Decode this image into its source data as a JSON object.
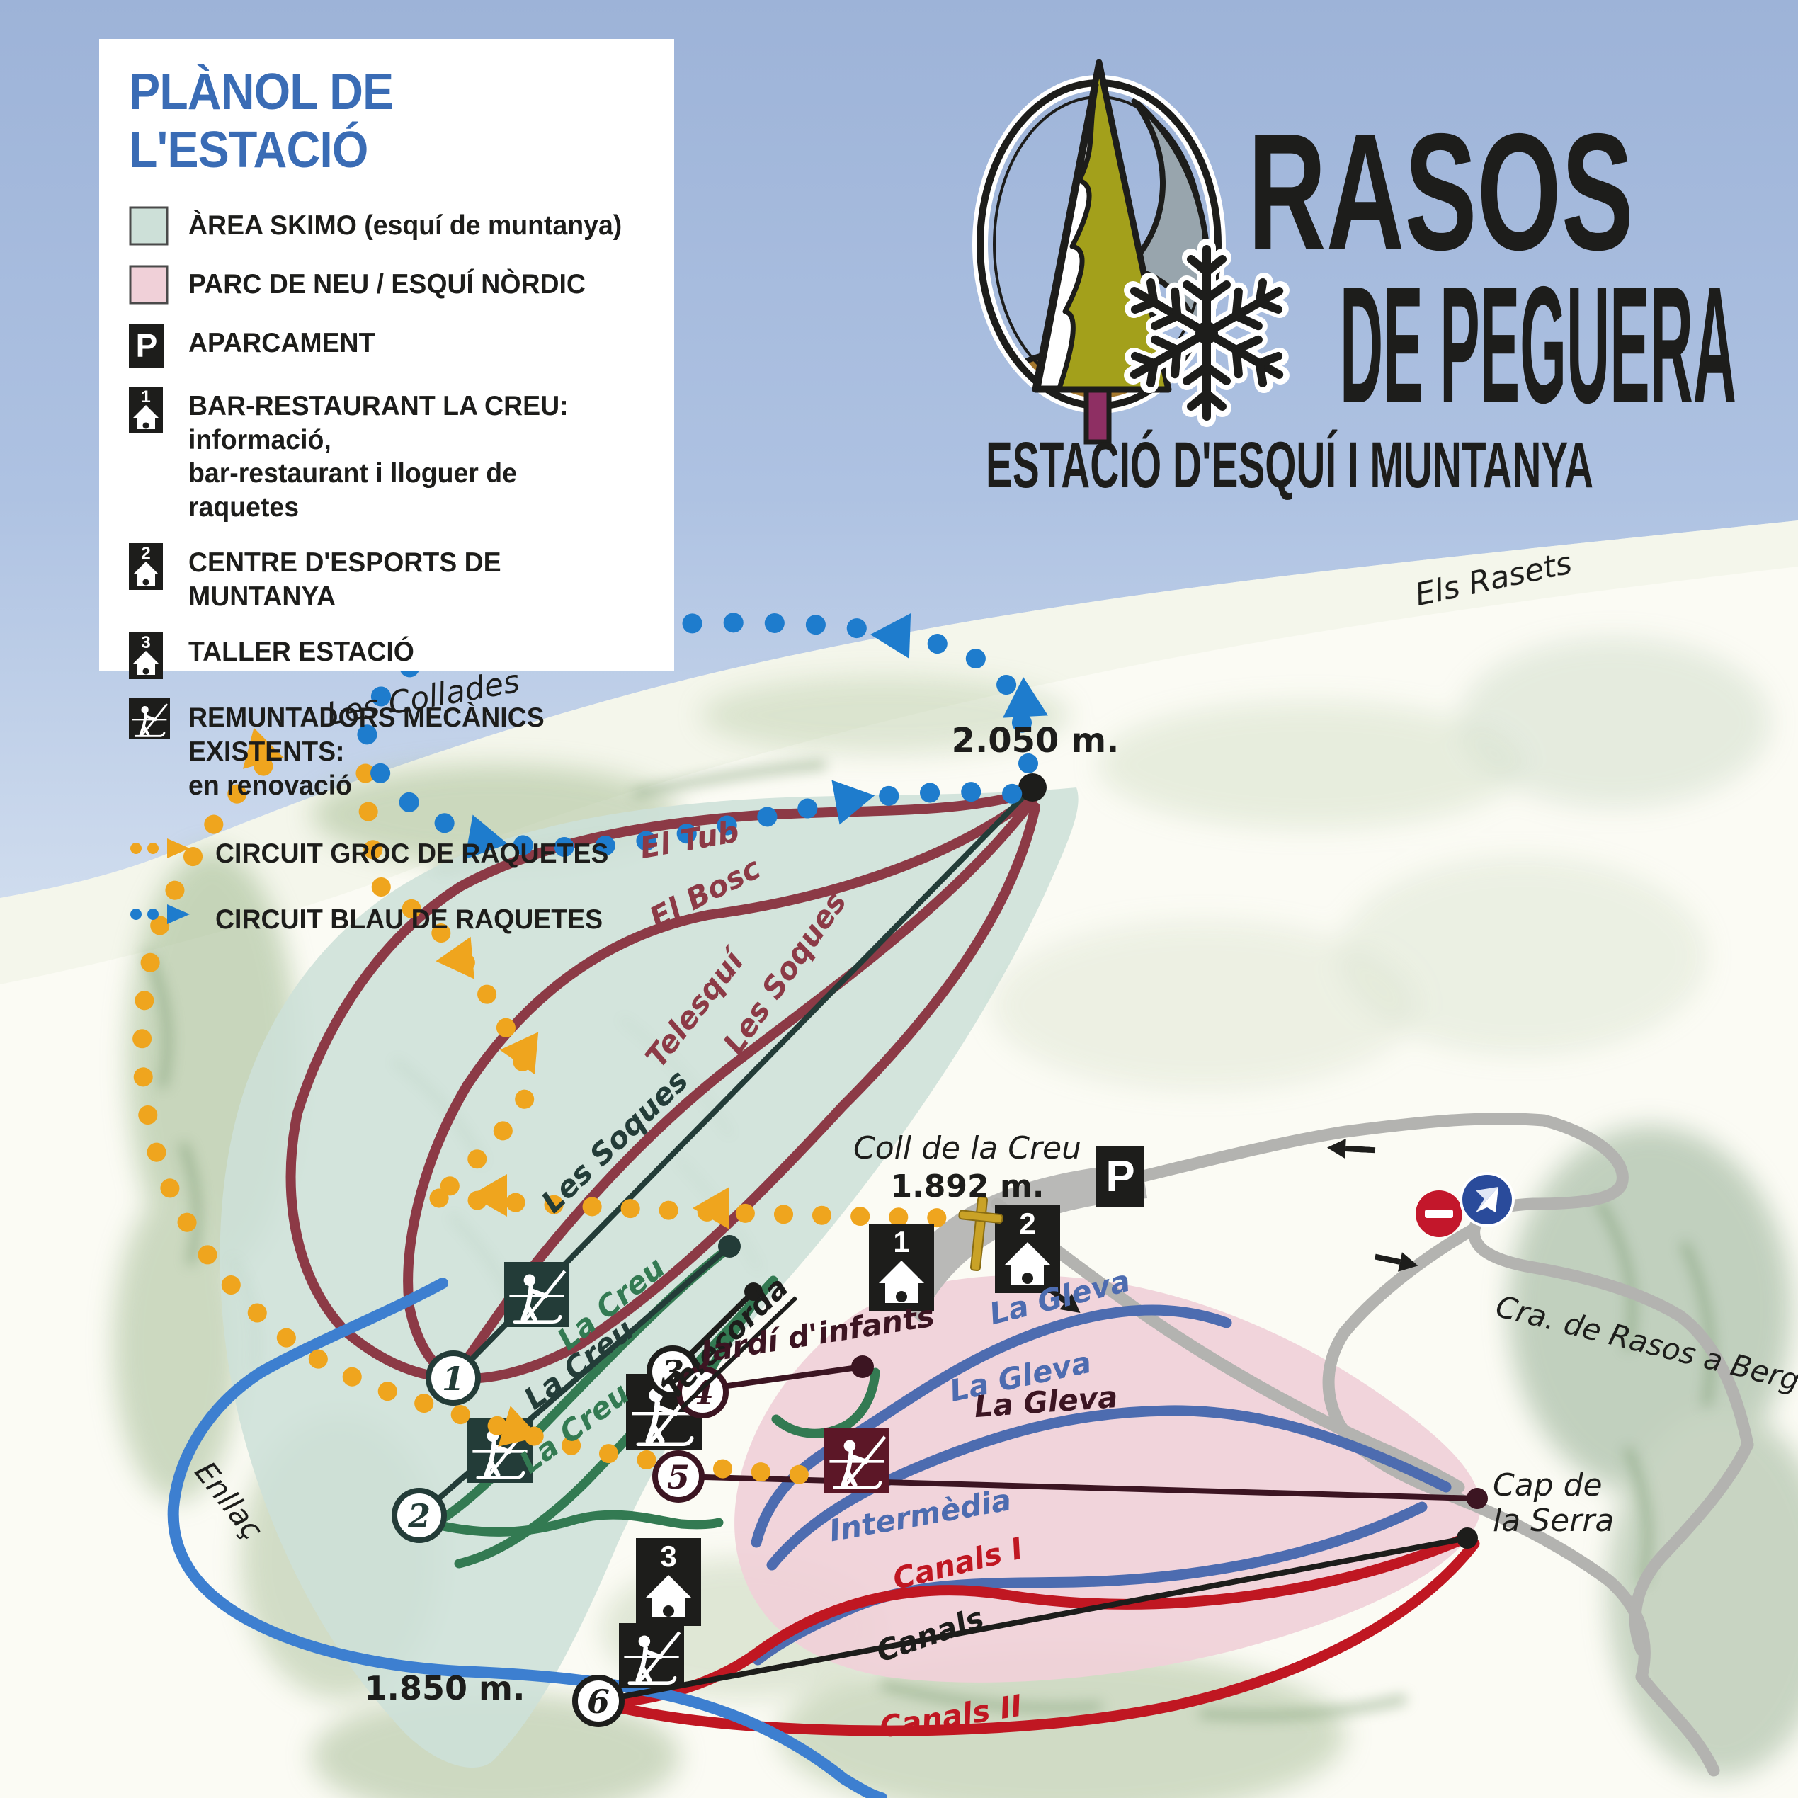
{
  "colors": {
    "skimo_area": "#cde0d8",
    "nordic_area": "#f0d0d8",
    "circuit_groc": "#efa51e",
    "circuit_blau": "#1e7ccd",
    "trail_maroon": "#8c3a46",
    "trail_red": "#c01722",
    "trail_blue": "#4d6cb0",
    "trail_green": "#337a52",
    "lift_dark": "#233c38",
    "icon_black": "#1d1d1b",
    "road_gray": "#b3b3b0",
    "legend_title_blue": "#3a6cb5"
  },
  "legend": {
    "title": "PLÀNOL DE L'ESTACIÓ",
    "items": [
      {
        "label": "ÀREA SKIMO (esquí de muntanya)"
      },
      {
        "label": "PARC DE NEU / ESQUÍ NÒRDIC"
      },
      {
        "label": "APARCAMENT"
      },
      {
        "label": "BAR-RESTAURANT LA CREU: informació,",
        "label2": "bar-restaurant i lloguer de raquetes"
      },
      {
        "label": "CENTRE D'ESPORTS DE MUNTANYA"
      },
      {
        "label": "TALLER ESTACIÓ"
      },
      {
        "label": "REMUNTADORS MECÀNICS EXISTENTS:",
        "label2": "en renovació"
      },
      {
        "label": "CIRCUIT GROC DE RAQUETES"
      },
      {
        "label": "CIRCUIT BLAU DE RAQUETES"
      }
    ],
    "p_glyph": "P",
    "marker_numbers": [
      "1",
      "2",
      "3"
    ]
  },
  "logo": {
    "name_line1": "RASOS",
    "name_line2": "DE PEGUERA",
    "subtitle": "ESTACIÓ D'ESQUÍ I MUNTANYA"
  },
  "map": {
    "peaks": {
      "top_alt": "2.050 m.",
      "coll_name": "Coll de la Creu",
      "coll_alt": "1.892 m.",
      "base_alt": "1.850 m."
    },
    "places": {
      "les_collades": "Les Collades",
      "els_rasets": "Els Rasets",
      "cap_line1": "Cap de",
      "cap_line2": "la Serra",
      "road_name": "Cra. de Rasos a Berga",
      "enllac": "Enllaç"
    },
    "trails": {
      "el_tub": "El Tub",
      "el_bosc": "El Bosc",
      "telesqui": "Telesquí",
      "les_soques": "Les Soques",
      "la_creu_upper": "La Creu",
      "la_creu_lower": "La Creu",
      "la_gleva_upper": "La Gleva",
      "la_gleva_mid": "La Gleva",
      "intermedia": "Intermèdia",
      "canals_1": "Canals I",
      "canals_2": "Canals II"
    },
    "lifts": {
      "les_soques": "Les Soques",
      "la_creu": "La Creu",
      "telecorda": "Telecorda",
      "jardi": "Jardí d'infants",
      "la_gleva": "La Gleva",
      "canals": "Canals"
    },
    "stations": [
      "1",
      "2",
      "3",
      "4",
      "5",
      "6"
    ],
    "buildings": [
      "1",
      "2",
      "3"
    ],
    "parking_glyph": "P"
  }
}
